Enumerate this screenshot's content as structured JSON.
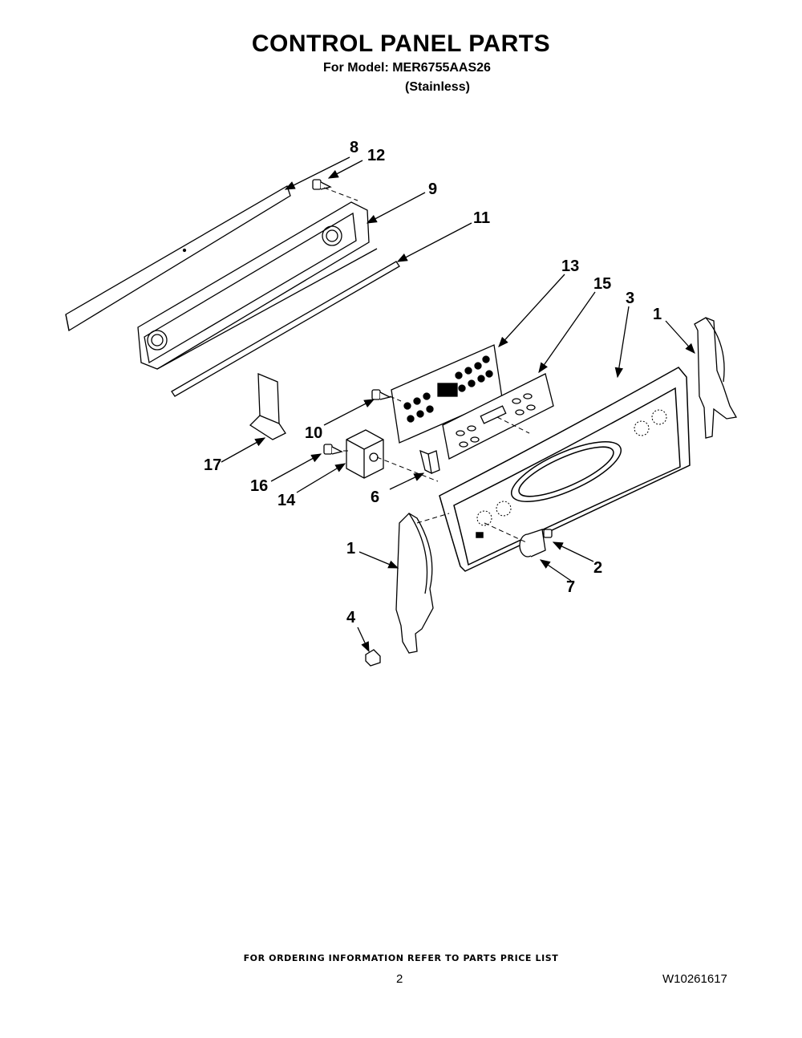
{
  "header": {
    "title": "CONTROL PANEL PARTS",
    "model_line": "For Model: MER6755AAS26",
    "variant": "(Stainless)"
  },
  "callouts": [
    "8",
    "12",
    "9",
    "11",
    "13",
    "15",
    "3",
    "1",
    "10",
    "17",
    "16",
    "14",
    "6",
    "1",
    "2",
    "7",
    "4"
  ],
  "footer": {
    "note": "FOR ORDERING INFORMATION REFER TO PARTS PRICE LIST",
    "page_number": "2",
    "document_number": "W10261617"
  }
}
